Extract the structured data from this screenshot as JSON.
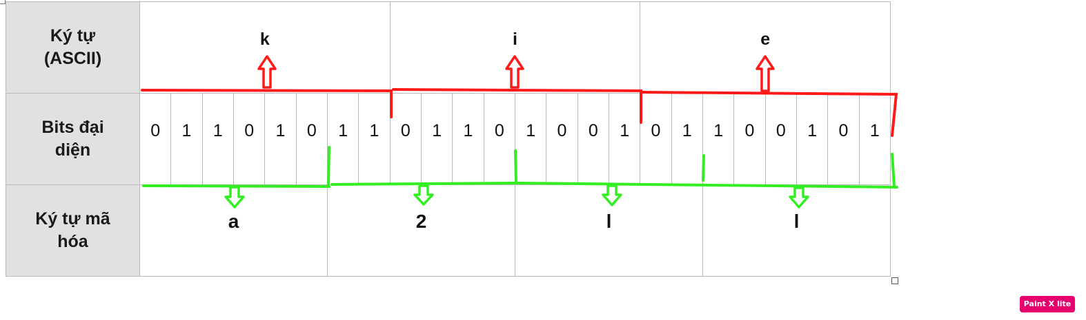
{
  "rows": {
    "ascii_label": "Ký tự\n(ASCII)",
    "bits_label": "Bits đại\ndiện",
    "encoded_label": "Ký tự mã\nhóa"
  },
  "ascii_chars": [
    "k",
    "i",
    "e"
  ],
  "bits": [
    "0",
    "1",
    "1",
    "0",
    "1",
    "0",
    "1",
    "1",
    "0",
    "1",
    "1",
    "0",
    "1",
    "0",
    "0",
    "1",
    "0",
    "1",
    "1",
    "0",
    "0",
    "1",
    "0",
    "1"
  ],
  "encoded_chars": [
    "a",
    "2",
    "l",
    "l"
  ],
  "annotation_colors": {
    "ascii_grouping": "#ff1a1a",
    "base64_grouping": "#33ee22"
  },
  "watermark": "Paint X lite"
}
